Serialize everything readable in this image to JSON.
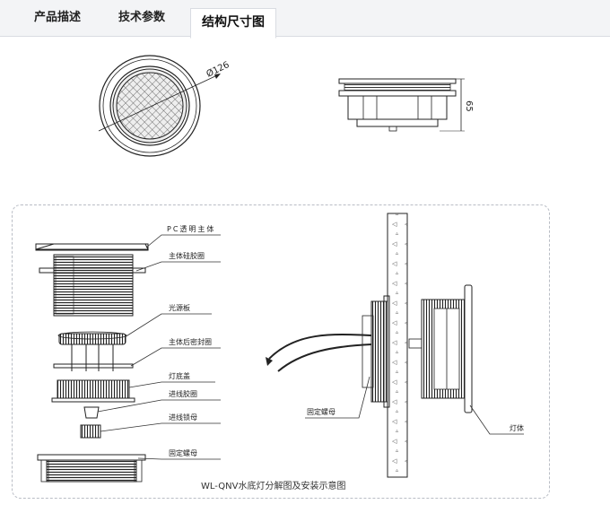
{
  "tabs": [
    {
      "label": "产品描述"
    },
    {
      "label": "技术参数"
    },
    {
      "label": "结构尺寸图"
    }
  ],
  "top_drawings": {
    "front_dim": "Ø126",
    "side_dim": "65"
  },
  "exploded": {
    "parts": [
      "PC透明主体",
      "主体硅胶圈",
      "光源板",
      "主体后密封圈",
      "灯底盖",
      "进线胶圈",
      "进线锁母",
      "固定螺母"
    ],
    "caption": "WL-QNV水底灯分解图及安装示意图"
  },
  "install": {
    "nut_label": "固定螺母",
    "body_label": "灯体"
  }
}
